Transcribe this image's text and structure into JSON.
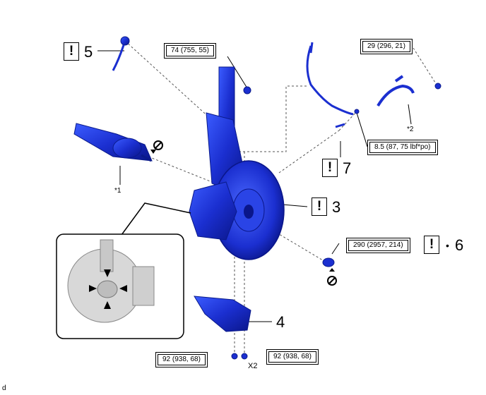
{
  "torque_specs": {
    "t74": "74 (755, 55)",
    "t29": "29 (296, 21)",
    "t8_5": "8.5 (87, 75 lbf*po)",
    "t290": "290 (2957, 214)",
    "t92_left": "92 (938, 68)",
    "t92_right": "92 (938, 68)"
  },
  "callouts": {
    "c5": "5",
    "c7": "7",
    "c3": "3",
    "c6": "6",
    "c4": "4",
    "bullet6": "•",
    "star1": "*1",
    "star2": "*2",
    "x2": "X2",
    "corner": "d"
  },
  "warning_symbol": "!",
  "colors": {
    "part_blue": "#1a33d6",
    "part_dark": "#0a1a8a",
    "line": "#555555"
  },
  "icons": [
    "no-reuse-icon",
    "warning-icon",
    "pointer-arrow-icon"
  ]
}
